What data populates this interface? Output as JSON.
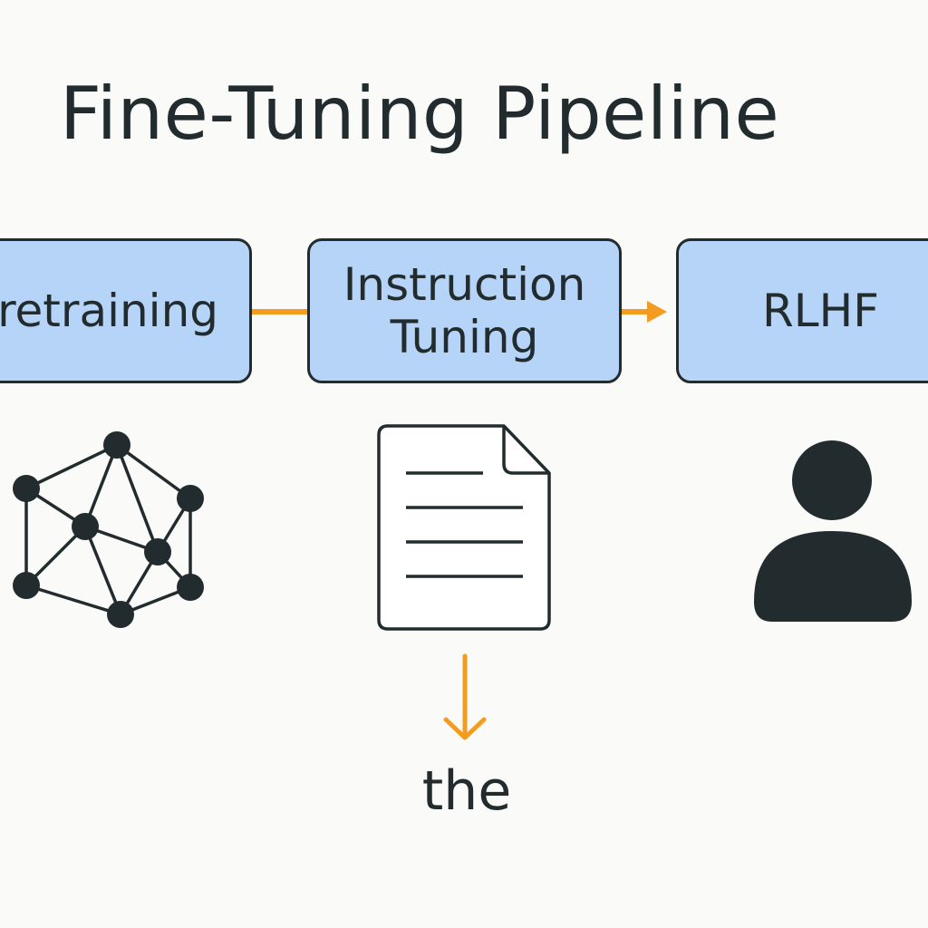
{
  "title": "Fine-Tuning Pipeline",
  "stages": [
    {
      "label": "retraining",
      "icon": "network-graph-icon"
    },
    {
      "label": "Instruction Tuning",
      "icon": "document-icon"
    },
    {
      "label": "RLHF",
      "icon": "person-icon"
    }
  ],
  "output_label": "the",
  "colors": {
    "background": "#fafaf8",
    "box_fill": "#b5d4f7",
    "outline": "#222b2d",
    "arrow": "#f39c1f"
  }
}
